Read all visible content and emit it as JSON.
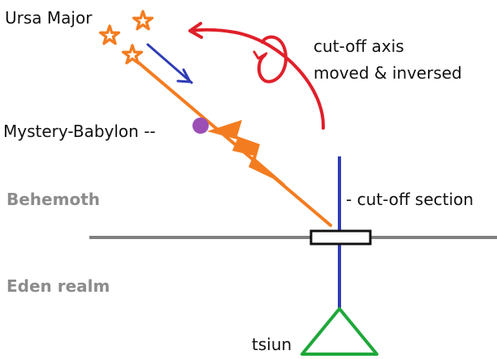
{
  "labels": {
    "ursa_major": "Ursa Major",
    "cutoff_axis_line1": "cut-off axis",
    "cutoff_axis_line2": "moved & inversed",
    "mystery_babylon": "Mystery-Babylon --",
    "behemoth": "Behemoth",
    "cutoff_section": "- cut-off section",
    "eden_realm": "Eden realm",
    "tsiun": "tsiun"
  },
  "colors": {
    "star": "#f47c20",
    "orange_line": "#f47c20",
    "blue_line": "#2f3cb5",
    "red_arrow": "#e0202a",
    "purple_dot": "#9b4fb5",
    "gray_line": "#808080",
    "triangle": "#1fa83a",
    "section_box": "#111111"
  }
}
